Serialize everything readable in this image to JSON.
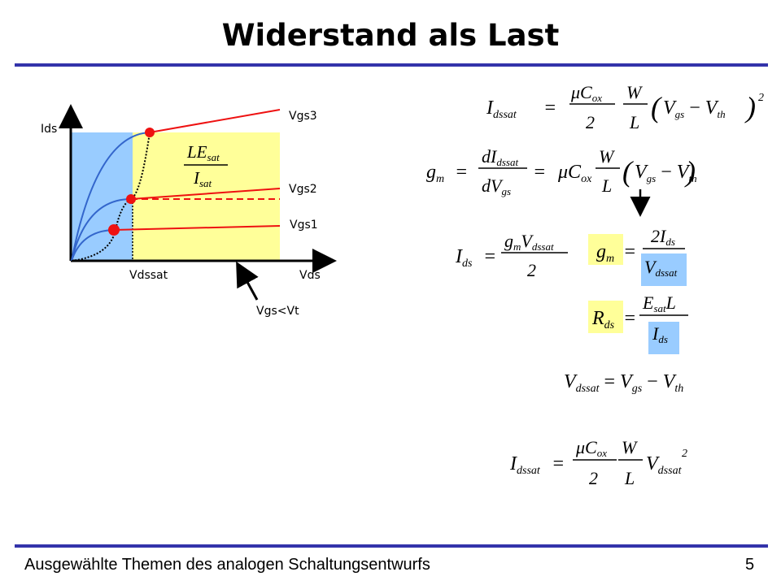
{
  "slide": {
    "title": "Widerstand als Last",
    "footer_left": "Ausgewählte Themen des analogen Schaltungsentwurfs",
    "page_number": "5"
  },
  "plot": {
    "y_axis_label": "Ids",
    "x_axis_label": "Vds",
    "x_marker_label": "Vdssat",
    "curve_labels": [
      "Vgs3",
      "Vgs2",
      "Vgs1"
    ],
    "arrow_label": "Vgs<Vt",
    "region_colors": {
      "triode": "#99ccff",
      "saturation": "#ffff99",
      "curves": "#ee1111",
      "triode_curves": "#3366cc"
    }
  },
  "formulas": [
    "I_dssat = μC_ox/2 · W/L · (V_gs − V_th)^2",
    "g_m = dI_dssat/dV_gs = μC_ox · W/L · (V_gs − V_th)",
    "I_ds = g_m V_dssat / 2",
    "g_m = 2I_ds / V_dssat",
    "R_ds = E_sat L / I_ds",
    "V_dssat = V_gs − V_th",
    "I_dssat = μC_ox/2 · W/L · V_dssat^2",
    "LE_sat / I_sat"
  ]
}
